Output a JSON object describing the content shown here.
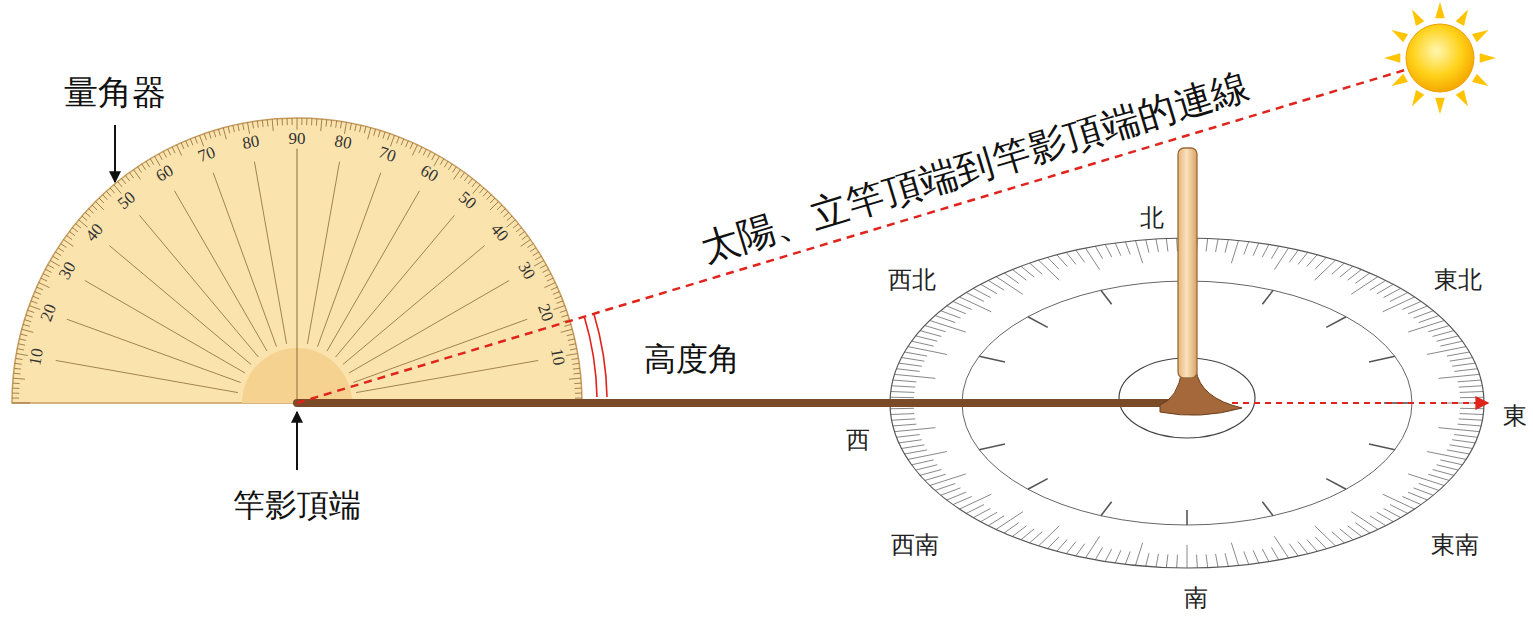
{
  "diagram": {
    "labels": [
      "量角器",
      "太陽、立竿頂端到竿影頂端的連線",
      "高度角",
      "竿影頂端",
      "10",
      "20",
      "30",
      "40",
      "50",
      "60",
      "70",
      "80",
      "90",
      "80",
      "70",
      "60",
      "50",
      "40",
      "30",
      "20",
      "10",
      "北",
      "西北",
      "東北",
      "西",
      "東",
      "西南",
      "東南",
      "南"
    ]
  }
}
